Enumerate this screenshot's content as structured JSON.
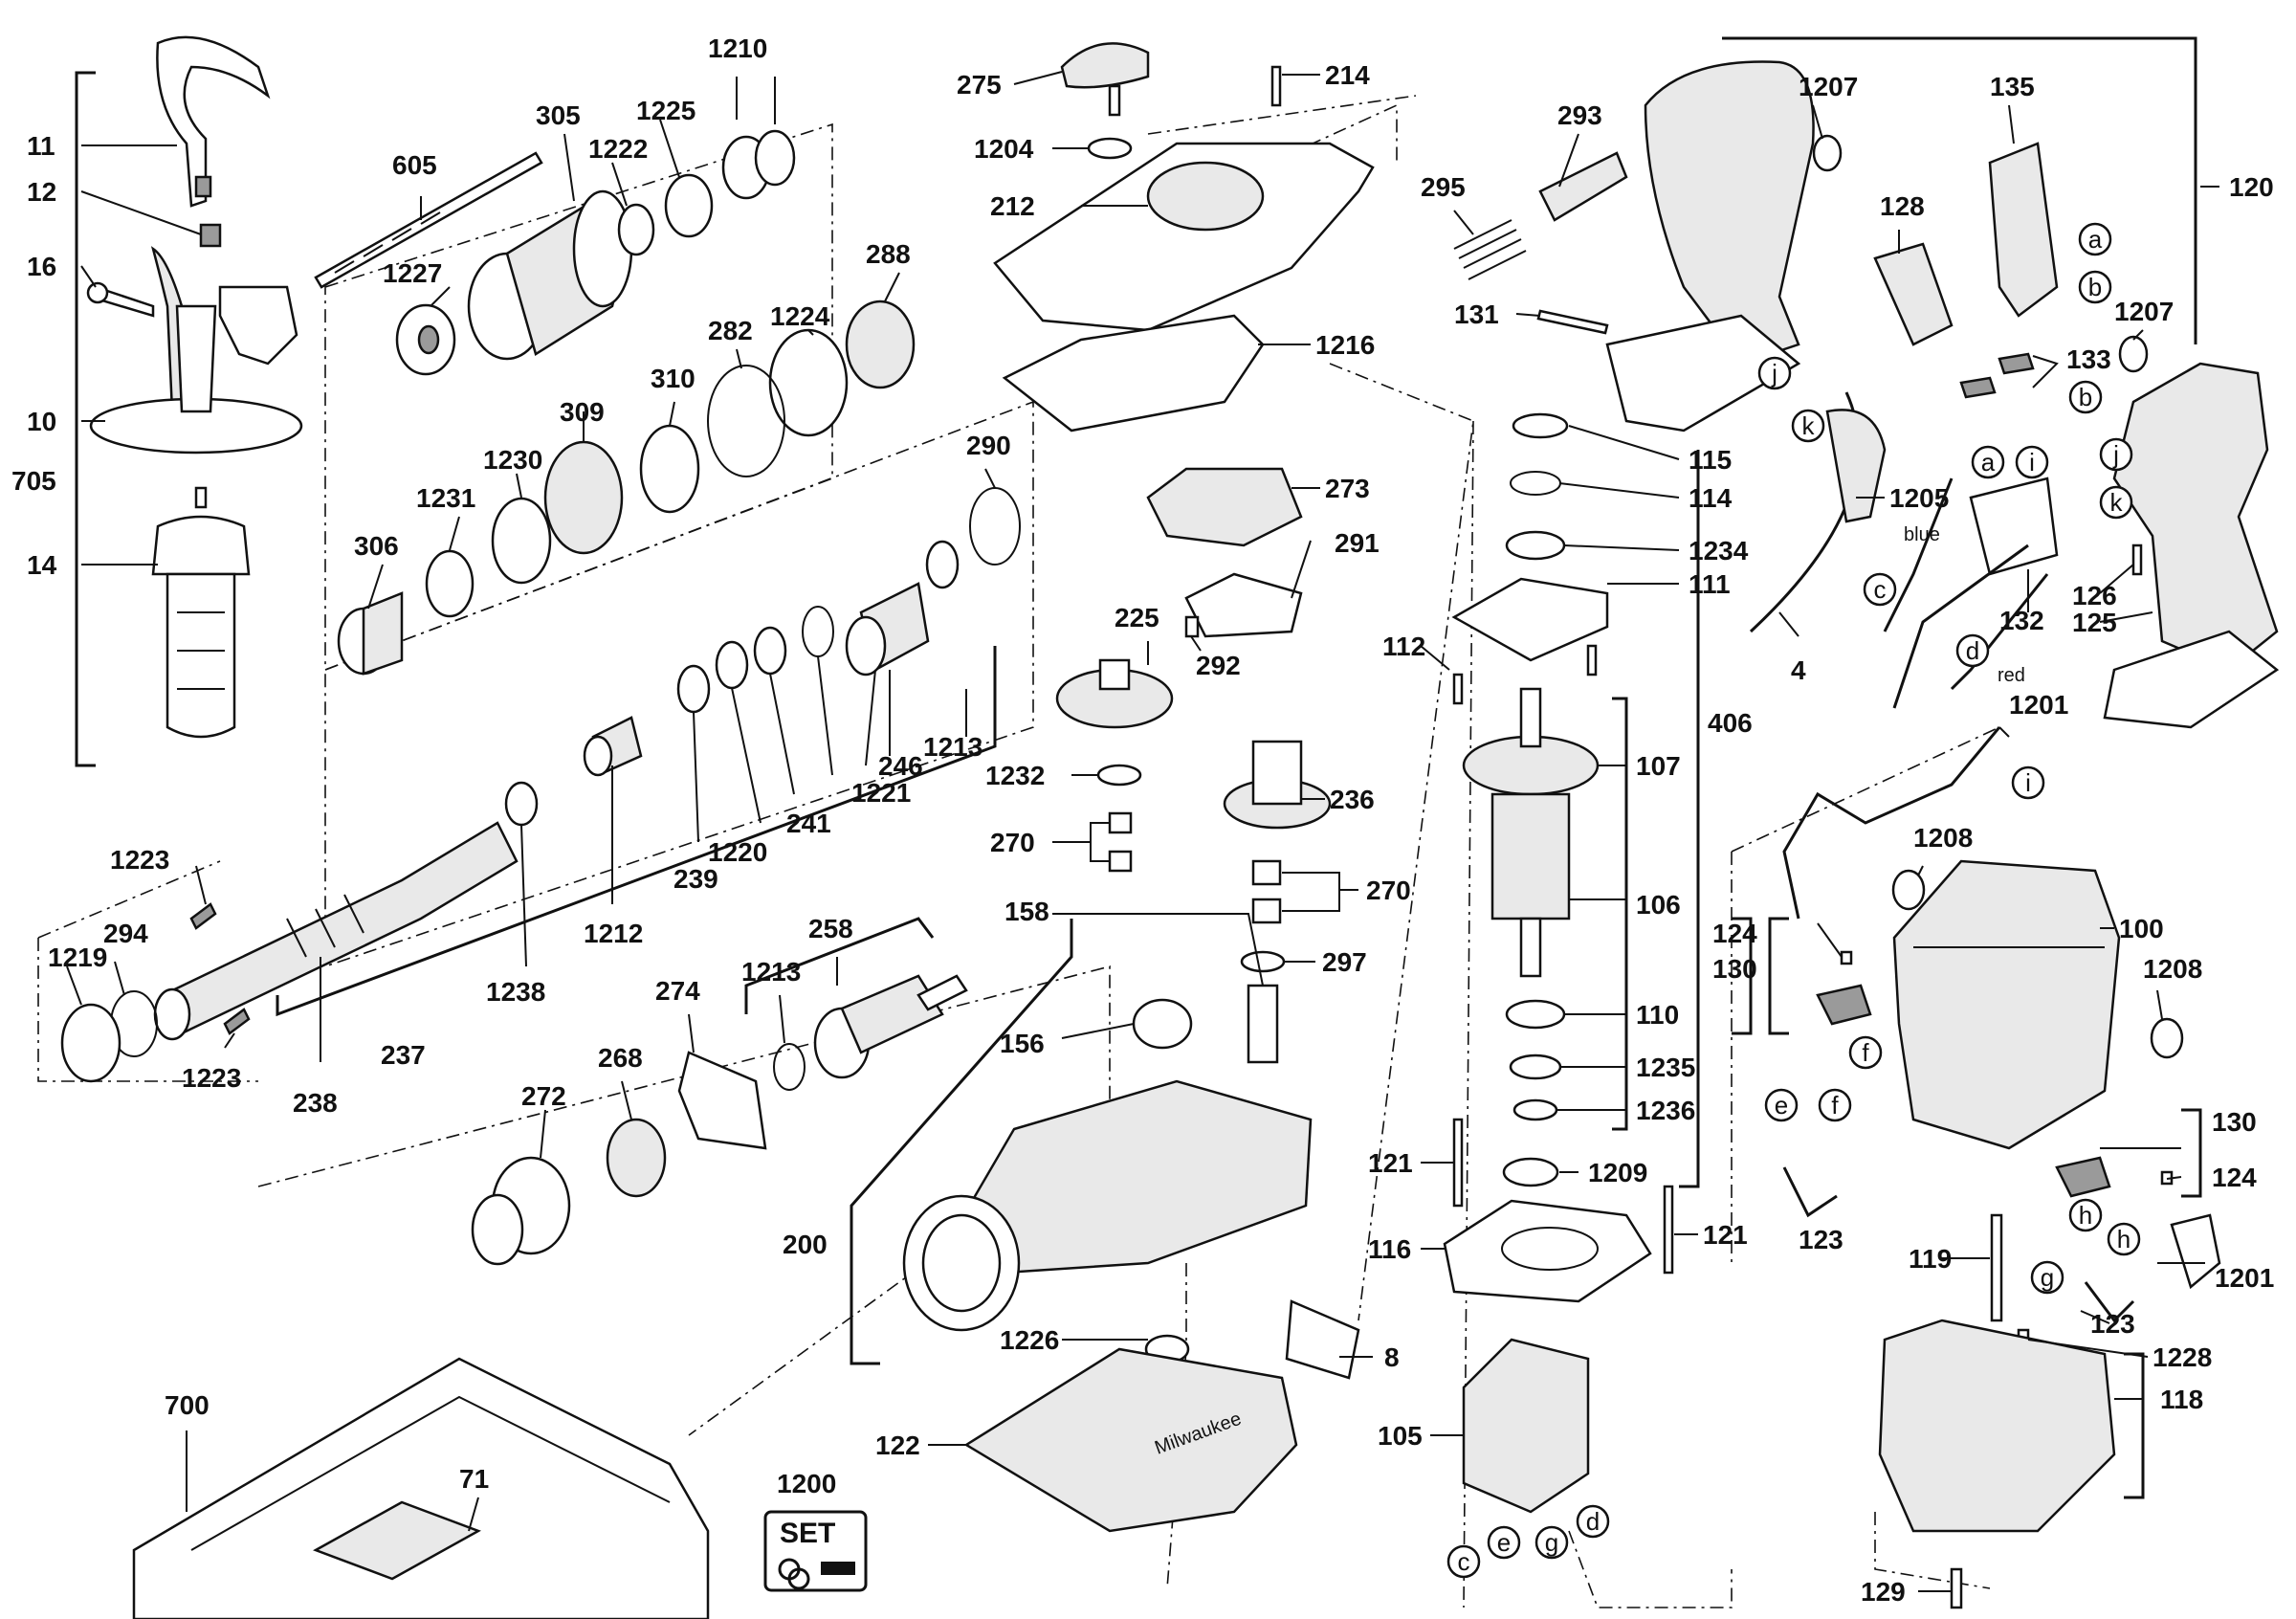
{
  "labels": {
    "l11": "11",
    "l12": "12",
    "l16": "16",
    "l10": "10",
    "l705": "705",
    "l14": "14",
    "l605": "605",
    "l305": "305",
    "l1210": "1210",
    "l1225": "1225",
    "l1222": "1222",
    "l1227": "1227",
    "l288": "288",
    "l282": "282",
    "l1224": "1224",
    "l310": "310",
    "l309": "309",
    "l1230": "1230",
    "l1231": "1231",
    "l306": "306",
    "l290": "290",
    "l246": "246",
    "l1213a": "1213",
    "l1221": "1221",
    "l241": "241",
    "l1220": "1220",
    "l239": "239",
    "l1212": "1212",
    "l1238": "1238",
    "l237": "237",
    "l238": "238",
    "l1223a": "1223",
    "l1223b": "1223",
    "l294": "294",
    "l1219": "1219",
    "l258": "258",
    "l1213b": "1213",
    "l274": "274",
    "l268": "268",
    "l272": "272",
    "l275": "275",
    "l214": "214",
    "l1204": "1204",
    "l212": "212",
    "l1216": "1216",
    "l273": "273",
    "l291": "291",
    "l225": "225",
    "l292": "292",
    "l1232": "1232",
    "l236": "236",
    "l270a": "270",
    "l270b": "270",
    "l158": "158",
    "l297": "297",
    "l156": "156",
    "l200": "200",
    "l1226": "1226",
    "l8": "8",
    "l122": "122",
    "l700": "700",
    "l71": "71",
    "l1200": "1200",
    "l293": "293",
    "l295": "295",
    "l131": "131",
    "l1207a": "1207",
    "l135": "135",
    "l120": "120",
    "l128": "128",
    "l1207b": "1207",
    "l133": "133",
    "l1205": "1205",
    "l132": "132",
    "l126": "126",
    "l125": "125",
    "l4": "4",
    "l1201a": "1201",
    "l115": "115",
    "l114": "114",
    "l1234": "1234",
    "l111": "111",
    "l112": "112",
    "l406": "406",
    "l107": "107",
    "l106": "106",
    "l110": "110",
    "l1235": "1235",
    "l1236": "1236",
    "l121a": "121",
    "l1209": "1209",
    "l116": "116",
    "l121b": "121",
    "l105": "105",
    "l1208a": "1208",
    "l100": "100",
    "l1208b": "1208",
    "l124a": "124",
    "l130a": "130",
    "l123a": "123",
    "l130b": "130",
    "l124b": "124",
    "l1201b": "1201",
    "l119": "119",
    "l123b": "123",
    "l1228": "1228",
    "l118": "118",
    "l129": "129"
  },
  "wire_text": {
    "blue": "blue",
    "red": "red"
  },
  "set_text": "SET",
  "brand_text": "Milwaukee",
  "callouts": {
    "a1": "a",
    "b1": "b",
    "j1": "j",
    "k1": "k",
    "b2": "b",
    "a2": "a",
    "i1": "i",
    "j2": "j",
    "k2": "k",
    "c1": "c",
    "d1": "d",
    "i2": "i",
    "e1": "e",
    "f1": "f",
    "f2": "f",
    "h1": "h",
    "g1": "g",
    "h2": "h",
    "c2": "c",
    "e2": "e",
    "g2": "g",
    "d2": "d"
  }
}
